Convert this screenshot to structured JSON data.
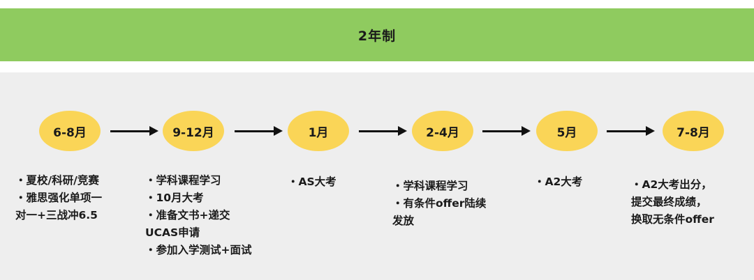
{
  "header": {
    "title": "2年制"
  },
  "stages": [
    {
      "label": "6-8月",
      "notes": [
        "・夏校/科研/竞赛",
        "・雅思强化单项一",
        "对一+三战冲6.5"
      ]
    },
    {
      "label": "9-12月",
      "notes": [
        "・学科课程学习",
        "・10月大考",
        "・准备文书+递交",
        "UCAS申请",
        "・参加入学测试+面试"
      ]
    },
    {
      "label": "1月",
      "notes": [
        "・AS大考"
      ]
    },
    {
      "label": "2-4月",
      "notes": [
        "・学科课程学习",
        "・有条件offer陆续",
        "发放"
      ]
    },
    {
      "label": "5月",
      "notes": [
        "・A2大考"
      ]
    },
    {
      "label": "7-8月",
      "notes": [
        "・A2大考出分，",
        "提交最终成绩，",
        "换取无条件offer"
      ]
    }
  ],
  "colors": {
    "header_bg": "#8fcb5f",
    "panel_bg": "#eeeeee",
    "node_fill": "#fad557",
    "arrow": "#111111"
  }
}
